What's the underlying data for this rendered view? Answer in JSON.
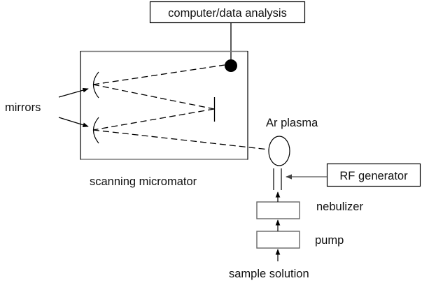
{
  "diagram": {
    "title": "ICP atomic emission spectrometer schematic",
    "labels": {
      "computer": "computer/data analysis",
      "mirrors": "mirrors",
      "ar_plasma": "Ar plasma",
      "monochromator": "scanning micromator",
      "rf_generator": "RF generator",
      "nebulizer": "nebulizer",
      "pump": "pump",
      "sample": "sample solution"
    },
    "components": [
      {
        "id": "computer",
        "kind": "box",
        "label_key": "computer"
      },
      {
        "id": "detector",
        "kind": "filled-dot"
      },
      {
        "id": "monochromator",
        "kind": "enclosure",
        "label_key": "monochromator"
      },
      {
        "id": "mirror-upper",
        "kind": "concave-mirror"
      },
      {
        "id": "mirror-lower",
        "kind": "concave-mirror"
      },
      {
        "id": "grating",
        "kind": "flat-element"
      },
      {
        "id": "plasma",
        "kind": "ellipse",
        "label_key": "ar_plasma"
      },
      {
        "id": "torch",
        "kind": "tube"
      },
      {
        "id": "rf",
        "kind": "box",
        "label_key": "rf_generator"
      },
      {
        "id": "nebulizer",
        "kind": "box",
        "label_key": "nebulizer"
      },
      {
        "id": "pump",
        "kind": "box",
        "label_key": "pump"
      }
    ],
    "connections": [
      {
        "from": "detector",
        "to": "computer",
        "style": "solid"
      },
      {
        "from": "mirror-upper",
        "to": "detector",
        "style": "dashed"
      },
      {
        "from": "mirror-upper",
        "to": "grating",
        "style": "dashed"
      },
      {
        "from": "grating",
        "to": "mirror-lower",
        "style": "dashed"
      },
      {
        "from": "plasma",
        "to": "mirror-lower",
        "style": "dashed"
      },
      {
        "from": "rf",
        "to": "torch",
        "style": "arrow"
      },
      {
        "from": "nebulizer",
        "to": "torch",
        "style": "arrow"
      },
      {
        "from": "pump",
        "to": "nebulizer",
        "style": "arrow"
      },
      {
        "from": "sample",
        "to": "pump",
        "style": "arrow"
      },
      {
        "from": "mirrors-label",
        "to": "mirror-upper",
        "style": "arrow"
      },
      {
        "from": "mirrors-label",
        "to": "mirror-lower",
        "style": "arrow"
      }
    ]
  }
}
